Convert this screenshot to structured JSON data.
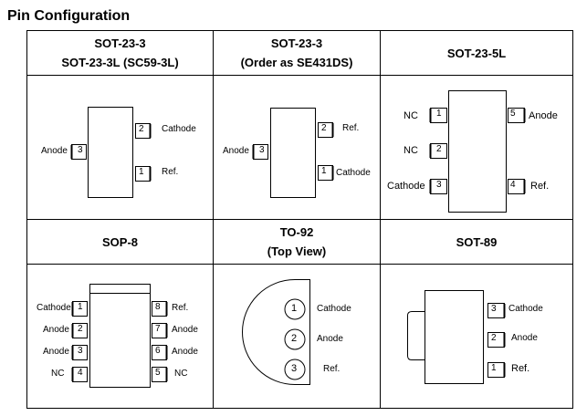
{
  "page_title": "Pin Configuration",
  "cells": [
    {
      "id": "sot23-3-a",
      "headers": [
        "SOT-23-3",
        "SOT-23-3L (SC59-3L)"
      ],
      "pins": [
        {
          "num": "2",
          "label": "Cathode"
        },
        {
          "num": "1",
          "label": "Ref."
        },
        {
          "num": "3",
          "label": "Anode"
        }
      ]
    },
    {
      "id": "sot23-3-b",
      "headers": [
        "SOT-23-3",
        "(Order as SE431DS)"
      ],
      "pins": [
        {
          "num": "2",
          "label": "Ref."
        },
        {
          "num": "1",
          "label": "Cathode"
        },
        {
          "num": "3",
          "label": "Anode"
        }
      ]
    },
    {
      "id": "sot23-5l",
      "headers": [
        "SOT-23-5L"
      ],
      "pins": [
        {
          "num": "1",
          "label": "NC"
        },
        {
          "num": "2",
          "label": "NC"
        },
        {
          "num": "3",
          "label": "Cathode"
        },
        {
          "num": "5",
          "label": "Anode"
        },
        {
          "num": "4",
          "label": "Ref."
        }
      ]
    },
    {
      "id": "sop8",
      "headers": [
        "SOP-8"
      ],
      "pins": [
        {
          "num": "1",
          "label": "Cathode"
        },
        {
          "num": "2",
          "label": "Anode"
        },
        {
          "num": "3",
          "label": "Anode"
        },
        {
          "num": "4",
          "label": "NC"
        },
        {
          "num": "8",
          "label": "Ref."
        },
        {
          "num": "7",
          "label": "Anode"
        },
        {
          "num": "6",
          "label": "Anode"
        },
        {
          "num": "5",
          "label": "NC"
        }
      ]
    },
    {
      "id": "to92",
      "headers": [
        "TO-92",
        "(Top View)"
      ],
      "pins": [
        {
          "num": "1",
          "label": "Cathode"
        },
        {
          "num": "2",
          "label": "Anode"
        },
        {
          "num": "3",
          "label": "Ref."
        }
      ]
    },
    {
      "id": "sot89",
      "headers": [
        "SOT-89"
      ],
      "pins": [
        {
          "num": "3",
          "label": "Cathode"
        },
        {
          "num": "2",
          "label": "Anode"
        },
        {
          "num": "1",
          "label": "Ref."
        }
      ]
    }
  ]
}
